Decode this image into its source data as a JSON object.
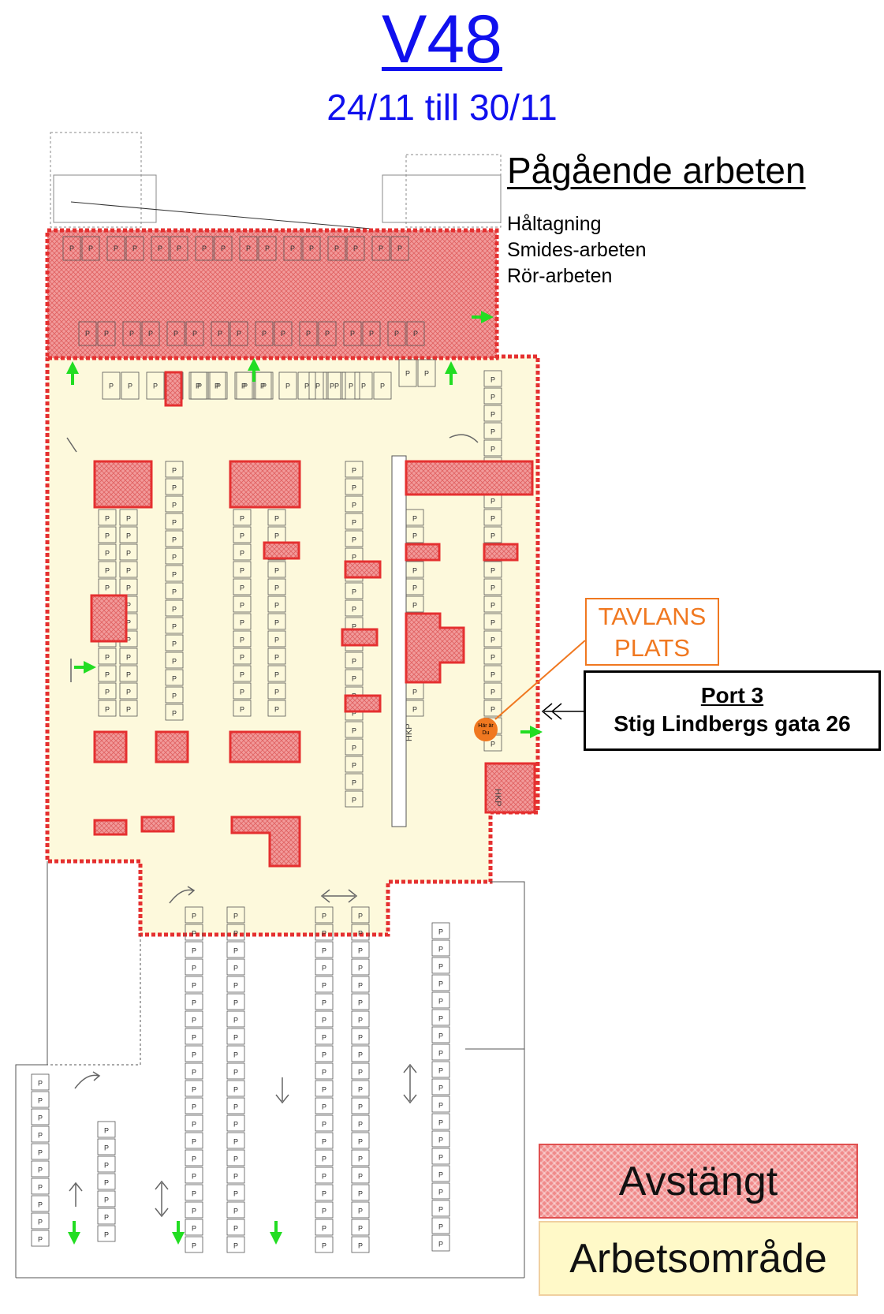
{
  "header": {
    "week": "V48",
    "dates": "24/11 till 30/11"
  },
  "ongoing_work": {
    "heading": "Pågående arbeten",
    "items": [
      "Håltagning",
      "Smides-arbeten",
      "Rör-arbeten"
    ]
  },
  "board": {
    "label_line1": "TAVLANS",
    "label_line2": "PLATS"
  },
  "you_are_here": {
    "line1": "Här är",
    "line2": "Du"
  },
  "port": {
    "label": "Port 3",
    "address": "Stig Lindbergs gata 26"
  },
  "plan_labels": {
    "parking_symbol": "P",
    "accessible_parking": "HKP"
  },
  "legend": {
    "closed": "Avstängt",
    "work_area": "Arbetsområde"
  },
  "colors": {
    "title_blue": "#1010ee",
    "closed_red": "#e53030",
    "closed_fill": "#f08a8a",
    "work_area_fill": "#fff9c8",
    "board_orange": "#f07820",
    "entrance_arrow_green": "#22dd22"
  }
}
